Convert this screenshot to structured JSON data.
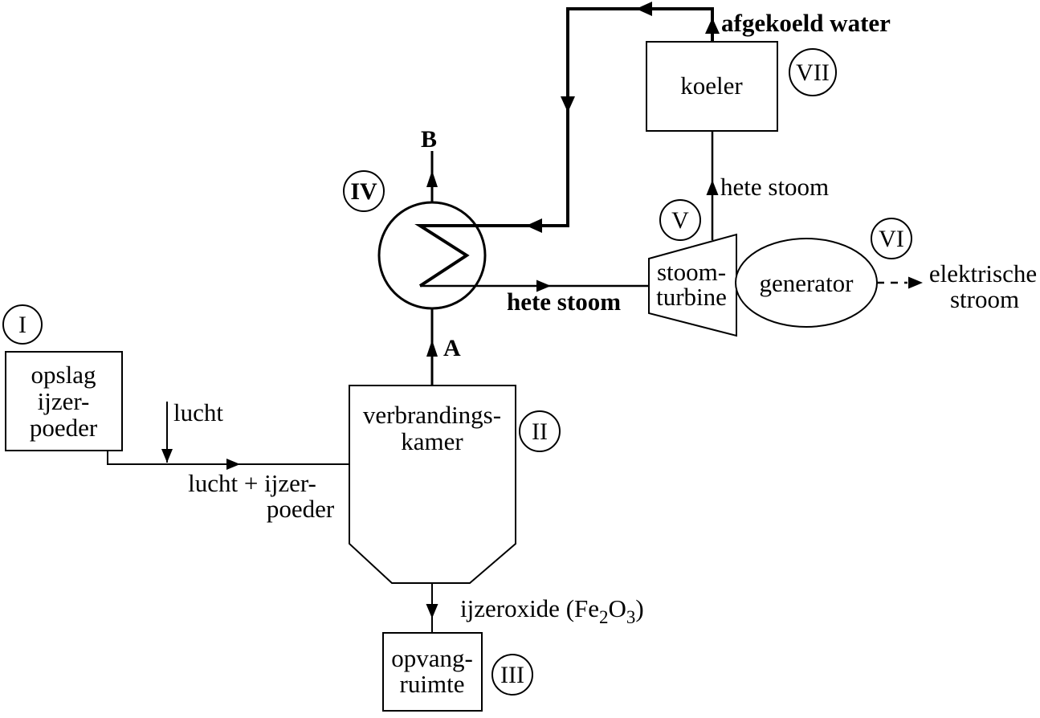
{
  "colors": {
    "ink": "#000000",
    "background": "#ffffff"
  },
  "nodes": {
    "opslag": {
      "line1": "opslag",
      "line2": "ijzer-",
      "line3": "poeder",
      "numeral": "I"
    },
    "verbrandingskamer": {
      "line1": "verbrandings-",
      "line2": "kamer",
      "numeral": "II"
    },
    "opvangruimte": {
      "line1": "opvang-",
      "line2": "ruimte",
      "numeral": "III"
    },
    "warmtewisselaar": {
      "numeral": "IV"
    },
    "stoomturbine": {
      "line1": "stoom-",
      "line2": "turbine",
      "numeral": "V"
    },
    "generator": {
      "label": "generator",
      "numeral": "VI"
    },
    "koeler": {
      "label": "koeler",
      "numeral": "VII"
    }
  },
  "streams": {
    "lucht": "lucht",
    "lucht_ijzerpoeder": {
      "line1": "lucht + ijzer-",
      "line2": "poeder"
    },
    "ijzeroxide": {
      "prefix": "ijzeroxide (Fe",
      "sub_2": "2",
      "infix": "O",
      "sub_3": "3",
      "suffix": ")"
    },
    "stream_a": "A",
    "stream_b": "B",
    "hete_stoom_naar_turbine": "hete stoom",
    "hete_stoom_naar_koeler": "hete stoom",
    "afgekoeld_water": "afgekoeld water",
    "elektrische_stroom": {
      "line1": "elektrische",
      "line2": "stroom"
    }
  }
}
